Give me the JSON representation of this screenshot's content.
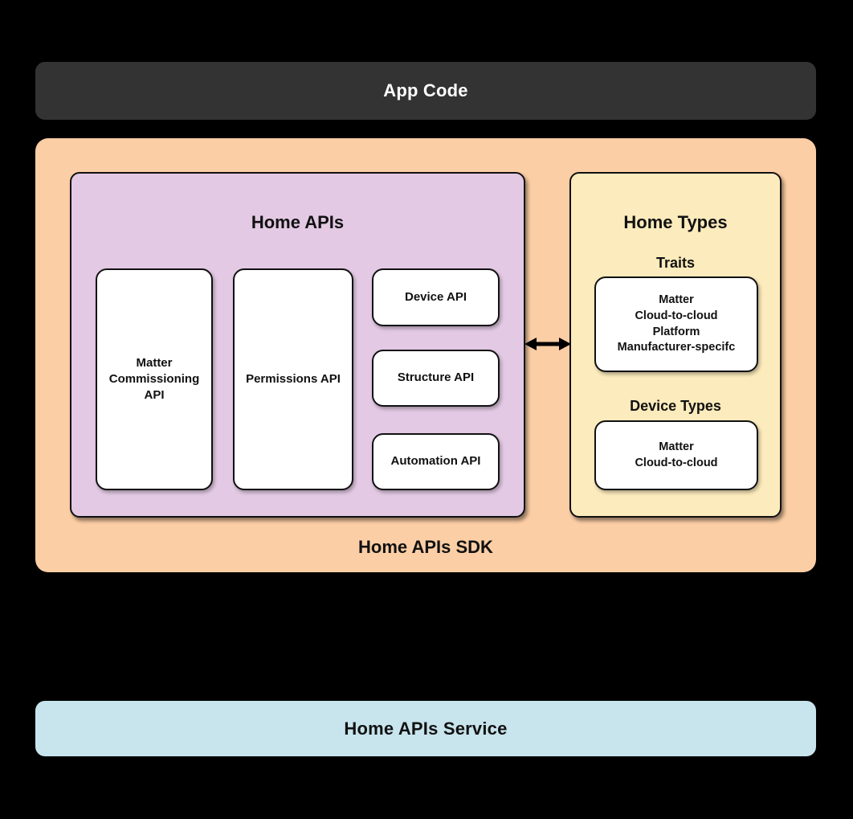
{
  "colors": {
    "app-code-bg": "#333333",
    "sdk-bg": "#FCCEA5",
    "home-apis-bg": "#E3C9E4",
    "home-types-bg": "#FCEBBC",
    "service-bg": "#C8E5EE",
    "box-bg": "#FFFFFF",
    "text-dark": "#111111",
    "text-light": "#FFFFFF"
  },
  "app_code": {
    "label": "App Code"
  },
  "sdk": {
    "label": "Home APIs SDK",
    "home_apis": {
      "title": "Home APIs",
      "matter_commissioning": "Matter\nCommissioning\nAPI",
      "permissions": "Permissions API",
      "device": "Device API",
      "structure": "Structure API",
      "automation": "Automation API"
    },
    "home_types": {
      "title": "Home Types",
      "traits_label": "Traits",
      "traits_items": "Matter\nCloud-to-cloud\nPlatform\nManufacturer-specifc",
      "device_types_label": "Device Types",
      "device_types_items": "Matter\nCloud-to-cloud"
    }
  },
  "service": {
    "label": "Home APIs Service"
  }
}
